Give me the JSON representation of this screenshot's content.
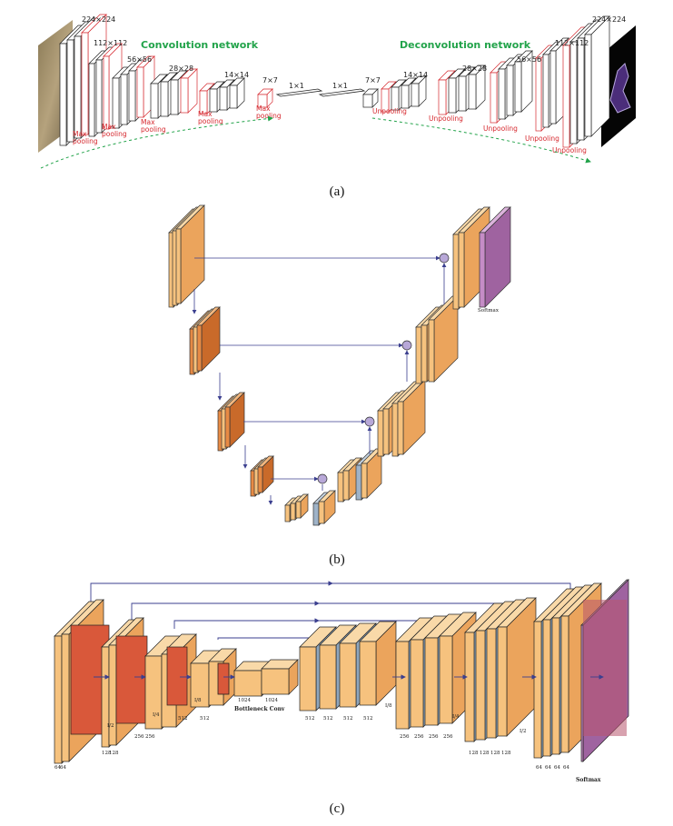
{
  "captions": {
    "a": "(a)",
    "b": "(b)",
    "c": "(c)"
  },
  "panel_a": {
    "encoder_title": "Convolution network",
    "decoder_title": "Deconvolution network",
    "size_labels": [
      "224×224",
      "112×112",
      "56×56",
      "28×28",
      "14×14",
      "7×7",
      "1×1",
      "1×1",
      "7×7",
      "14×14",
      "28×28",
      "56×56",
      "112×112",
      "224×224"
    ],
    "pool_label_max": "Max",
    "pool_label": "pooling",
    "unpool_label": "Unpooling",
    "colors": {
      "title": "#22a34a",
      "red": "#d6282e"
    }
  },
  "panel_b": {
    "output_label": "Softmax",
    "colors": {
      "orange": "#f6c27e",
      "dark_orange": "#e78a44",
      "purple": "#c58cc6",
      "gray_blue": "#9fb3c8"
    }
  },
  "panel_c": {
    "enc_channels": [
      "64",
      "64",
      "128",
      "128",
      "256",
      "256",
      "512",
      "512"
    ],
    "bottleneck_channels": [
      "1024",
      "1024"
    ],
    "bottleneck_label": "Bottleneck Conv",
    "dec_channels": [
      "512",
      "512",
      "512",
      "512",
      "256",
      "256",
      "256",
      "256",
      "128",
      "128",
      "128",
      "128",
      "64",
      "64",
      "64",
      "64"
    ],
    "output_label": "Softmax",
    "fraction_labels": [
      "I/2",
      "I/4",
      "I/8",
      "I/8",
      "I/4",
      "I/2"
    ],
    "colors": {
      "orange": "#f6c27e",
      "red": "#d9583a",
      "purple": "#c58cc6",
      "arrow": "#3b3f8f"
    }
  }
}
